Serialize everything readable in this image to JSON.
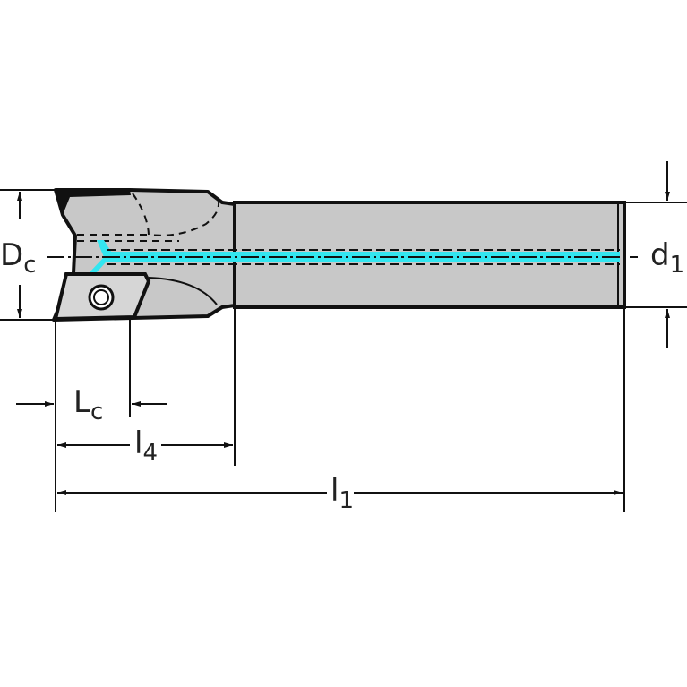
{
  "dimensions": {
    "Dc": {
      "main": "D",
      "sub": "c"
    },
    "d1": {
      "main": "d",
      "sub": "1"
    },
    "Lc": {
      "main": "L",
      "sub": "c"
    },
    "l4": {
      "main": "l",
      "sub": "4"
    },
    "l1": {
      "main": "l",
      "sub": "1"
    }
  },
  "colors": {
    "body": "#c8c8c8",
    "coolant": "#33e6f0",
    "line": "#111111"
  }
}
